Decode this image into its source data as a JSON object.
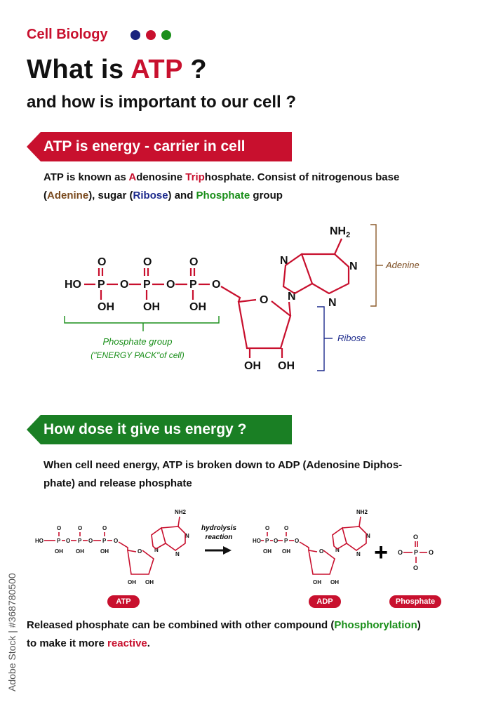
{
  "header": {
    "kicker": "Cell Biology",
    "dot_colors": [
      "#1a237e",
      "#c8102e",
      "#1a8f1a"
    ],
    "title_prefix": "What is ",
    "title_highlight": "ATP",
    "title_suffix": " ?",
    "subtitle": "and how is important to our cell ?"
  },
  "section1": {
    "banner": "ATP is energy - carrier in cell",
    "text": {
      "a1": "ATP is known as ",
      "a2": "A",
      "a3": "denosine ",
      "a4": "Tri",
      "a5": "p",
      "a6": "hosphate. Consist of nitrogenous base",
      "b1": "(",
      "b2": "Adenine",
      "b3": "), sugar (",
      "b4": "Ribose",
      "b5": ") and ",
      "b6": "Phosphate",
      "b7": " group"
    },
    "labels": {
      "adenine": "Adenine",
      "ribose": "Ribose",
      "phosphate_group": "Phosphate group",
      "energy_pack": "(\"ENERGY PACK\"of cell)"
    },
    "atoms": {
      "ho": "HO",
      "p": "P",
      "o": "O",
      "oh": "OH",
      "n": "N",
      "nh2_main": "NH",
      "nh2_sub": "2"
    }
  },
  "section2": {
    "banner": "How dose it give us energy ?",
    "text_line1": "When cell need energy, ATP is broken down to ADP (Adenosine Diphos-",
    "text_line2": "phate) and release phosphate",
    "reaction_l1": "hydrolysis",
    "reaction_l2": "reaction",
    "plus": "+",
    "pill_atp": "ATP",
    "pill_adp": "ADP",
    "pill_phosphate": "Phosphate",
    "mini": {
      "nh2": "NH2",
      "ho": "HO",
      "oh": "OH",
      "p": "P",
      "o": "O",
      "n": "N"
    }
  },
  "conclusion": {
    "l1a": "Released phosphate can be combined with other compound (",
    "l1b": "Phosphorylation",
    "l1c": ")",
    "l2a": "to make it more ",
    "l2b": "reactive",
    "l2c": "."
  },
  "watermark": "Adobe Stock | #368780500"
}
